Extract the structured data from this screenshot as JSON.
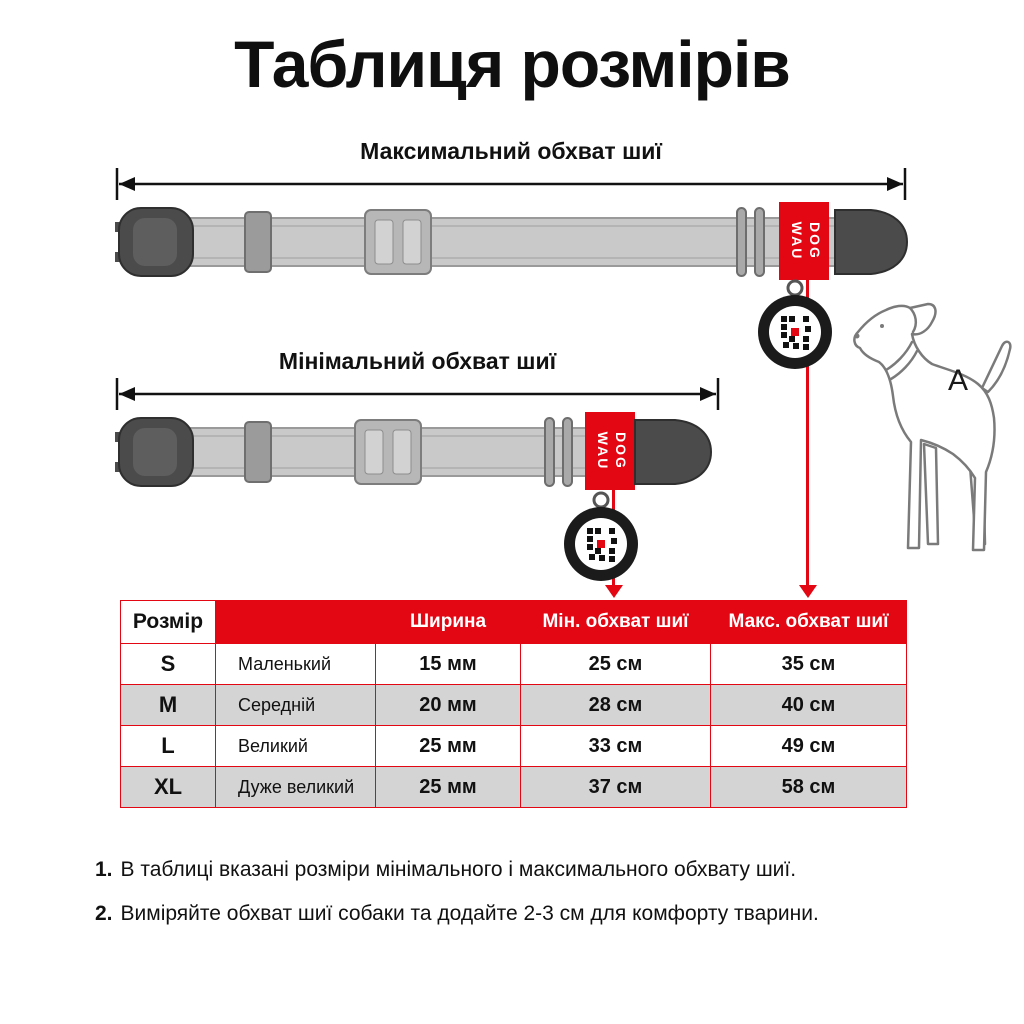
{
  "page": {
    "title": "Таблиця розмірів"
  },
  "diagram": {
    "max_label": "Максимальний обхват шиї",
    "min_label": "Мінімальний обхват шиї",
    "brand_line1": "WAU",
    "brand_line2": "DOG",
    "dog_marker": "A"
  },
  "table": {
    "headers": [
      "Розмір",
      "",
      "Ширина",
      "Мін. обхват шиї",
      "Макс. обхват шиї"
    ],
    "rows": [
      {
        "size": "S",
        "name": "Маленький",
        "width": "15 мм",
        "min": "25 см",
        "max": "35 см"
      },
      {
        "size": "M",
        "name": "Середній",
        "width": "20 мм",
        "min": "28 см",
        "max": "40 см"
      },
      {
        "size": "L",
        "name": "Великий",
        "width": "25 мм",
        "min": "33 см",
        "max": "49 см"
      },
      {
        "size": "XL",
        "name": "Дуже великий",
        "width": "25 мм",
        "min": "37 см",
        "max": "58 см"
      }
    ]
  },
  "notes": [
    {
      "num": "1.",
      "text": "В таблиці вказані розміри мінімального і максимального обхвату шиї."
    },
    {
      "num": "2.",
      "text": "Виміряйте обхват шиї собаки та додайте 2-3 см для комфорту тварини."
    }
  ],
  "colors": {
    "accent_red": "#e30613",
    "strap_grey": "#c9c9c9",
    "row_grey": "#d4d4d4",
    "buckle_dark": "#4b4b4b"
  }
}
